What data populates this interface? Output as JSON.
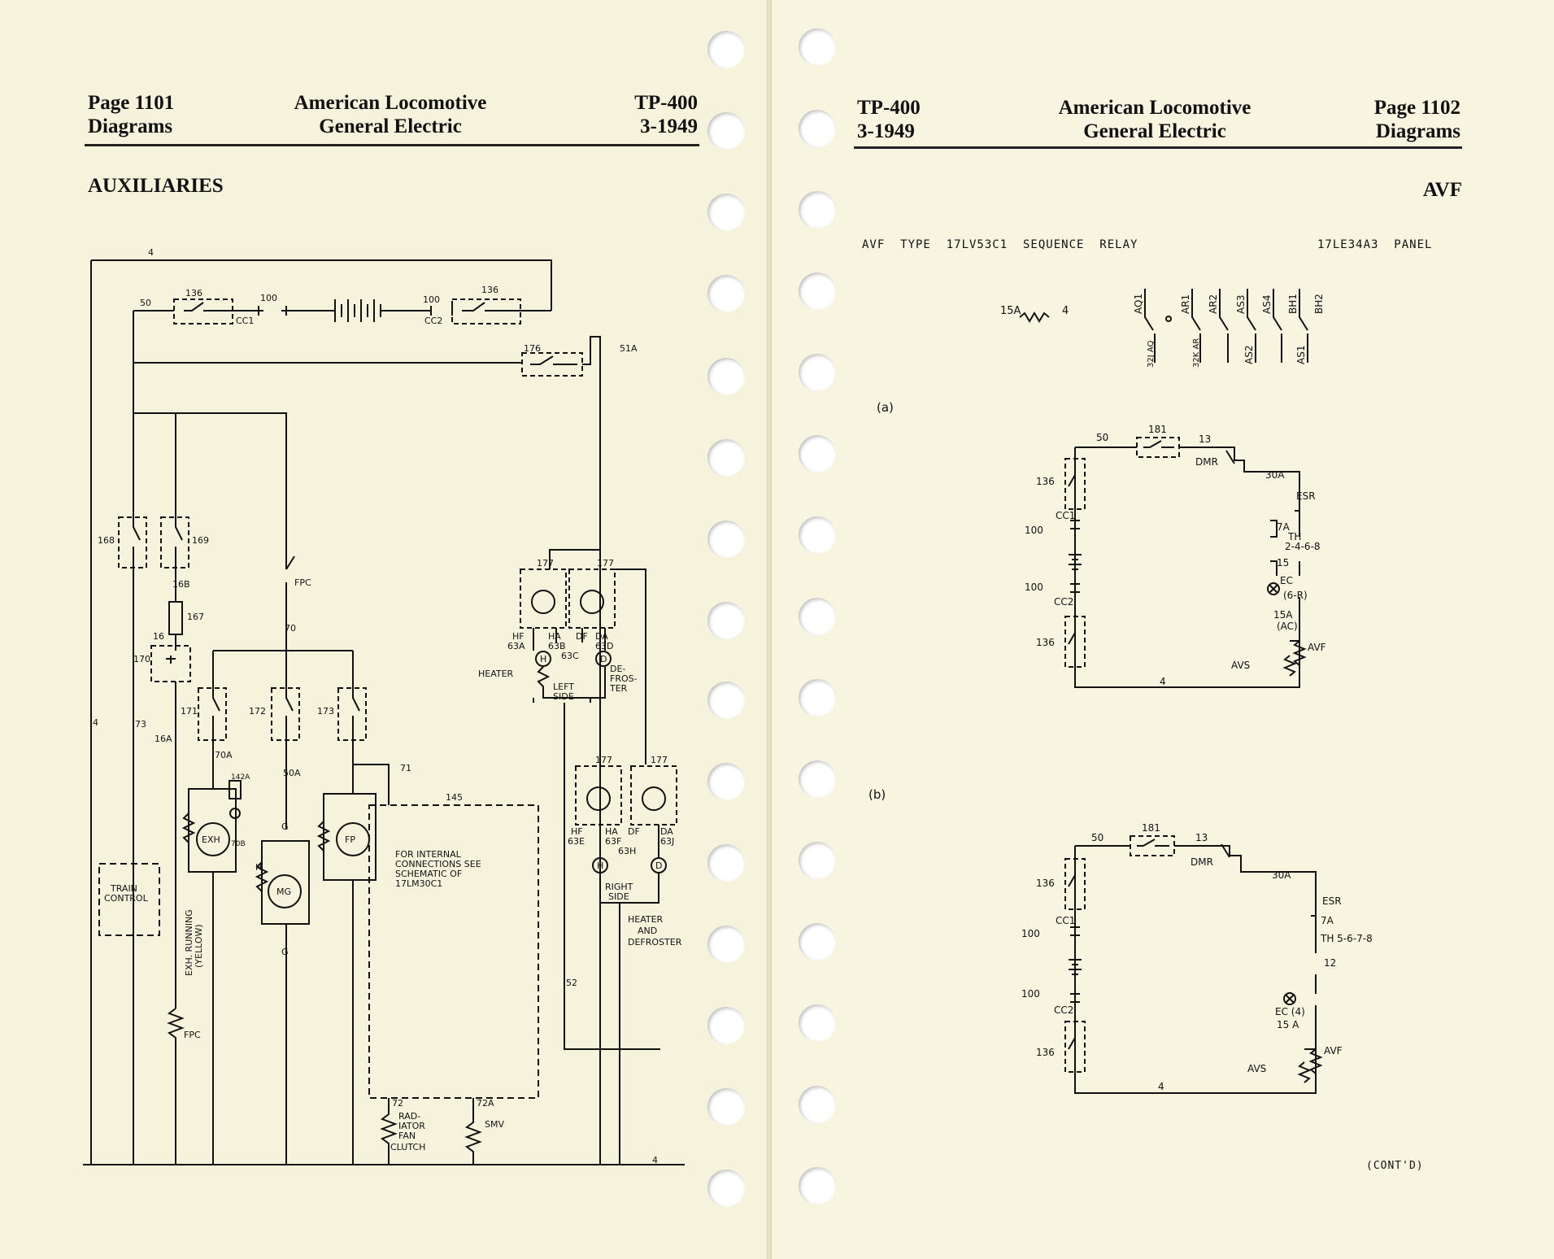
{
  "left_page": {
    "header": {
      "page_line1": "Page 1101",
      "page_line2": "Diagrams",
      "company_line1": "American Locomotive",
      "company_line2": "General Electric",
      "doc_line1": "TP-400",
      "doc_line2": "3-1949"
    },
    "section_title": "AUXILIARIES",
    "diagram_labels": {
      "wire_4_top": "4",
      "wire_50": "50",
      "relay_136": "136",
      "wire_100": "100",
      "cc1": "CC1",
      "cc2": "CC2",
      "relay_176": "176",
      "wire_51a": "51A",
      "relay_168": "168",
      "relay_169": "169",
      "wire_16b": "16B",
      "res_167": "167",
      "wire_16": "16",
      "relay_170": "170",
      "fpc_switch": "FPC",
      "wire_70": "70",
      "relay_171": "171",
      "relay_172": "172",
      "relay_173": "173",
      "wire_4_left": "4",
      "wire_73": "73",
      "wire_16a": "16A",
      "wire_70a": "70A",
      "wire_50a": "50A",
      "wire_71": "71",
      "relay_142a": "142A",
      "res_70b": "70B",
      "exh": "EXH",
      "mg": "MG",
      "fp": "FP",
      "g_top": "G",
      "g_bottom": "G",
      "h": "H",
      "box_145": "145",
      "internal_note": [
        "FOR INTERNAL",
        "CONNECTIONS SEE",
        "SCHEMATIC OF",
        "17LM30C1"
      ],
      "train_control": [
        "TRAIN",
        "CONTROL"
      ],
      "exh_running": [
        "EXH. RUNNING",
        "(YELLOW)"
      ],
      "fpc_res": "FPC",
      "wire_72": "72",
      "wire_72a": "72A",
      "radiator": [
        "RAD-",
        "IATOR",
        "FAN",
        "CLUTCH"
      ],
      "smv": "SMV",
      "wire_52": "52",
      "wire_4_bottom": "4",
      "relay_177": "177",
      "hf_63a": [
        "HF",
        "63A"
      ],
      "ha_63b": [
        "HA",
        "63B"
      ],
      "df_63c": [
        "DF",
        "63C"
      ],
      "da_63d": [
        "DA",
        "63D"
      ],
      "heater": "HEATER",
      "left_side": [
        "LEFT",
        "SIDE"
      ],
      "defroster": [
        "DE-",
        "FROS-",
        "TER"
      ],
      "hf_63e": [
        "HF",
        "63E"
      ],
      "ha_63f": [
        "HA",
        "63F"
      ],
      "df_63h": [
        "DF",
        "63H"
      ],
      "da_63j": [
        "DA",
        "63J"
      ],
      "right_side": [
        "RIGHT",
        "SIDE"
      ],
      "heater_defroster": [
        "HEATER",
        "AND",
        "DEFROSTER"
      ],
      "h_symbol": "H",
      "d_symbol": "D"
    }
  },
  "right_page": {
    "header": {
      "doc_line1": "TP-400",
      "doc_line2": "3-1949",
      "company_line1": "American Locomotive",
      "company_line2": "General Electric",
      "page_line1": "Page 1102",
      "page_line2": "Diagrams"
    },
    "section_title": "AVF",
    "subtitle_left": "AVF  TYPE  17LV53C1  SEQUENCE  RELAY",
    "subtitle_right": "17LE34A3  PANEL",
    "legend": {
      "res_15a": "15A",
      "res_4": "4",
      "contacts": [
        "AQ1",
        "32J AQ",
        "AR1",
        "32K AR",
        "AR2",
        "AS3",
        "AS2",
        "AS4",
        "BH1",
        "AS1",
        "BH2"
      ]
    },
    "part_a": "(a)",
    "part_b": "(b)",
    "circuit_a": {
      "wire_50": "50",
      "relay_181": "181",
      "wire_13": "13",
      "dmr": "DMR",
      "wire_30a": "30A",
      "esr": "ESR",
      "wire_7a": "7A",
      "th": "TH",
      "th_nums": "2-4-6-8",
      "wire_15": "15",
      "ec": "EC",
      "ec_num": "(6-R)",
      "wire_15a": "15A",
      "ac": "(AC)",
      "avf": "AVF",
      "avs": "AVS",
      "wire_4": "4",
      "relay_136_top": "136",
      "cc1": "CC1",
      "wire_100_top": "100",
      "wire_100_bottom": "100",
      "cc2": "CC2",
      "relay_136_bottom": "136"
    },
    "circuit_b": {
      "wire_50": "50",
      "relay_181": "181",
      "wire_13": "13",
      "dmr": "DMR",
      "wire_30a": "30A",
      "esr": "ESR",
      "wire_7a": "7A",
      "th": "TH 5-6-7-8",
      "wire_12": "12",
      "ec": "EC (4)",
      "wire_15a": "15 A",
      "avf": "AVF",
      "avs": "AVS",
      "wire_4": "4",
      "relay_136_top": "136",
      "cc1": "CC1",
      "wire_100_top": "100",
      "wire_100_bottom": "100",
      "cc2": "CC2",
      "relay_136_bottom": "136"
    },
    "footer": "(CONT'D)"
  },
  "colors": {
    "paper": "#f6f3dd",
    "ink": "#111111",
    "hole": "#ffffff"
  }
}
